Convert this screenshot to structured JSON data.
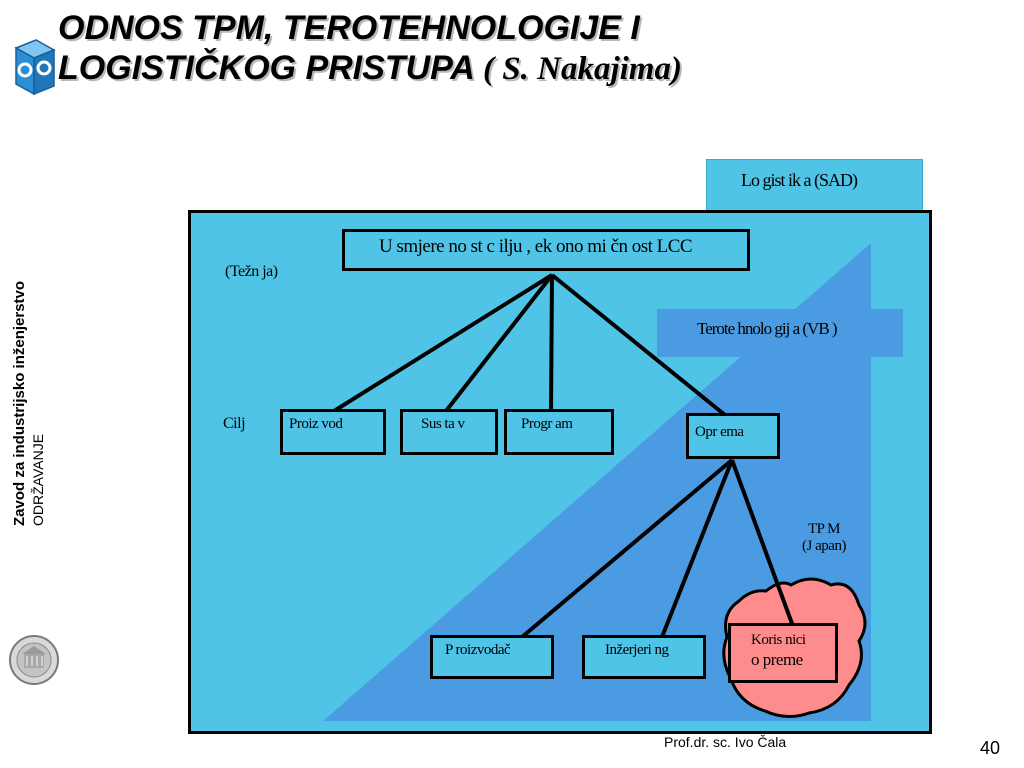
{
  "title": {
    "line1": "ODNOS TPM, TEROTEHNOLOGIJE I",
    "line2": "LOGISTIČKOG PRISTUPA",
    "author": "( S. Nakajima)"
  },
  "sidebar": {
    "institute": "Zavod za industrijsko inženjerstvo",
    "course": "ODRŽAVANJE"
  },
  "footer": {
    "author": "Prof.dr. sc. Ivo Čala",
    "page": "40"
  },
  "diagram": {
    "logistics_label": "Lo gist ik a (SAD)",
    "terotech_label": "Terote hnolo gij a (VB )",
    "tpm_label_line1": "TP M",
    "tpm_label_line2": "(J apan)",
    "tendency_label": "(Težn ja)",
    "goal_label": "Cilj",
    "root_box": "U smjere no st c ilju , ek ono mi čn ost  LCC",
    "goals": [
      "Proiz vod",
      "Sus ta v",
      "Progr am",
      "Opr ema"
    ],
    "actors": [
      "P roizvodač",
      "Inžerjeri ng"
    ],
    "users_line1": "Koris nici",
    "users_line2": "o preme",
    "colors": {
      "panel": "#4fc4e6",
      "inner_triangle": "#4b9be3",
      "tpm_blob": "#ff8c8c",
      "logo_blue": "#2b8fd6"
    }
  }
}
